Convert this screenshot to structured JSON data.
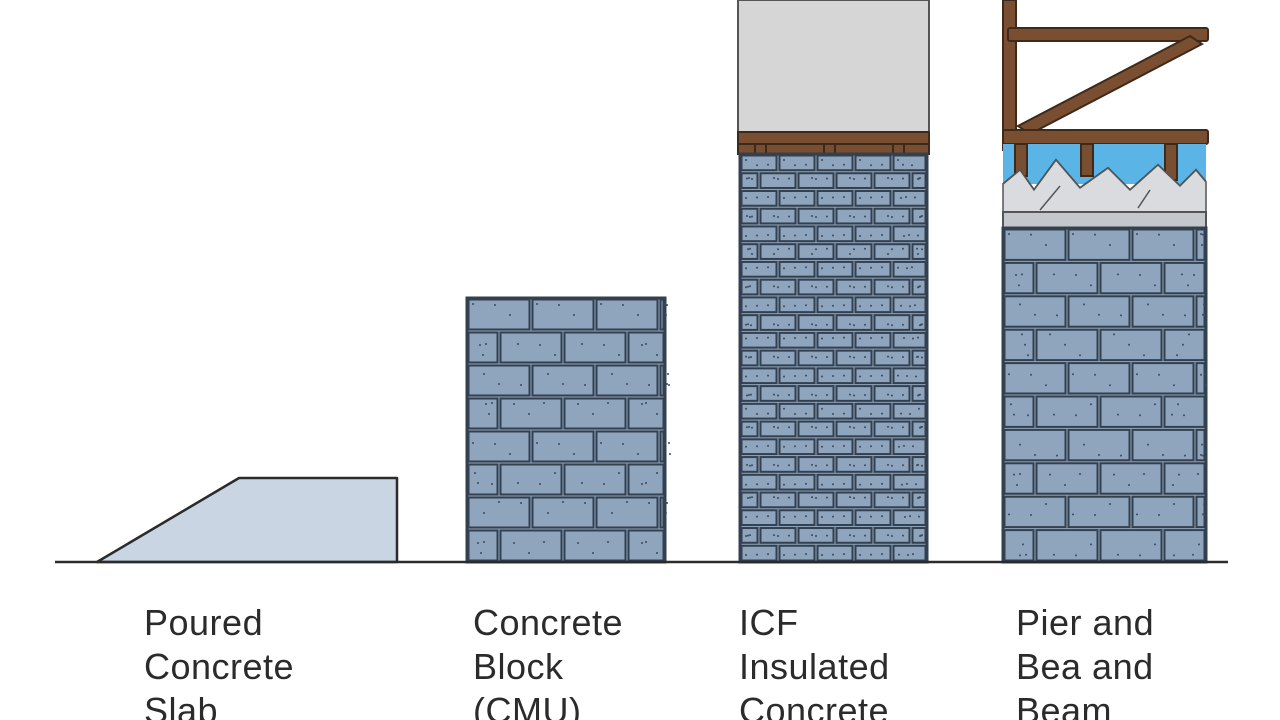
{
  "foundations": [
    {
      "lines": [
        "Poured",
        "Concrete",
        "Slab"
      ]
    },
    {
      "lines": [
        "Concrete",
        "Block",
        "(CMU)"
      ]
    },
    {
      "lines": [
        "ICF",
        "Insulated",
        "Concrete"
      ]
    },
    {
      "lines": [
        "Pier and",
        "Bea and",
        "Beam"
      ]
    }
  ],
  "colors": {
    "ground": "#2b2b2b",
    "slab": "#c9d5e3",
    "block_face": "#8fa4bd",
    "mortar": "#33404f",
    "wall_panel": "#d6d6d6",
    "timber": "#7a4f31",
    "insulation": "#5ab4e6",
    "concrete_cap": "#c4c7cc"
  }
}
